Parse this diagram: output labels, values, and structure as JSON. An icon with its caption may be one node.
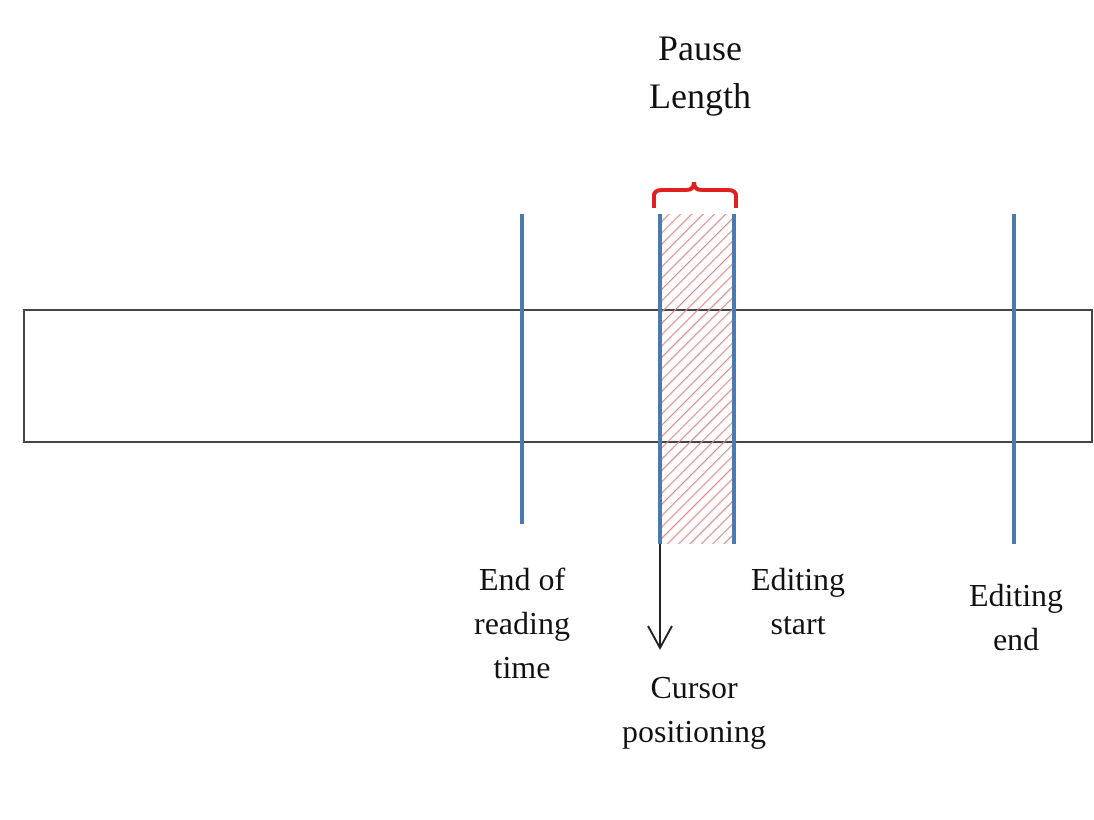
{
  "diagram": {
    "nodes": [
      {
        "text": [],
        "shape": "picture"
      },
      {
        "text": [
          "Cursor positioning"
        ]
      }
    ],
    "edges": [
      {
        "from": 0,
        "to": 1,
        "arrow": "to"
      }
    ],
    "labels": [
      "Pause Length",
      "End of reading time",
      "Editing start",
      "Editing end"
    ]
  }
}
